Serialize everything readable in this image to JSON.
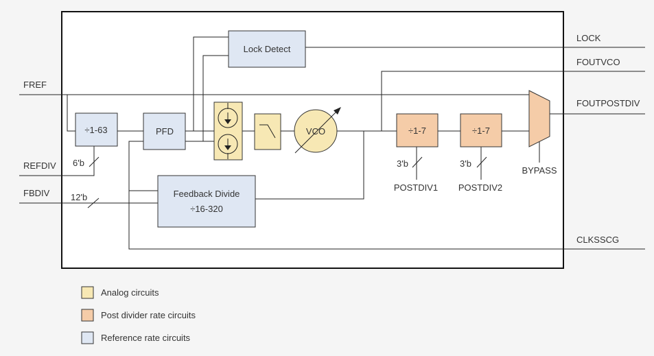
{
  "blocks": {
    "lock_detect": "Lock Detect",
    "refdiv_block": "÷1-63",
    "pfd": "PFD",
    "vco": "VCO",
    "feedback_title": "Feedback Divide",
    "feedback_range": "÷16-320",
    "postdiv1_block": "÷1-7",
    "postdiv2_block": "÷1-7"
  },
  "signals": {
    "fref": "FREF",
    "refdiv": "REFDIV",
    "fbdiv": "FBDIV",
    "lock": "LOCK",
    "foutvco": "FOUTVCO",
    "foutpostdiv": "FOUTPOSTDIV",
    "clksscg": "CLKSSCG",
    "postdiv1": "POSTDIV1",
    "postdiv2": "POSTDIV2",
    "bypass": "BYPASS"
  },
  "bus_widths": {
    "refdiv": "6'b",
    "fbdiv": "12'b",
    "postdiv1": "3'b",
    "postdiv2": "3'b"
  },
  "legend": [
    {
      "label": "Analog circuits",
      "color": "#f7e8b4"
    },
    {
      "label": "Post divider rate circuits",
      "color": "#f5cca8"
    },
    {
      "label": "Reference rate circuits",
      "color": "#dfe7f3"
    }
  ]
}
